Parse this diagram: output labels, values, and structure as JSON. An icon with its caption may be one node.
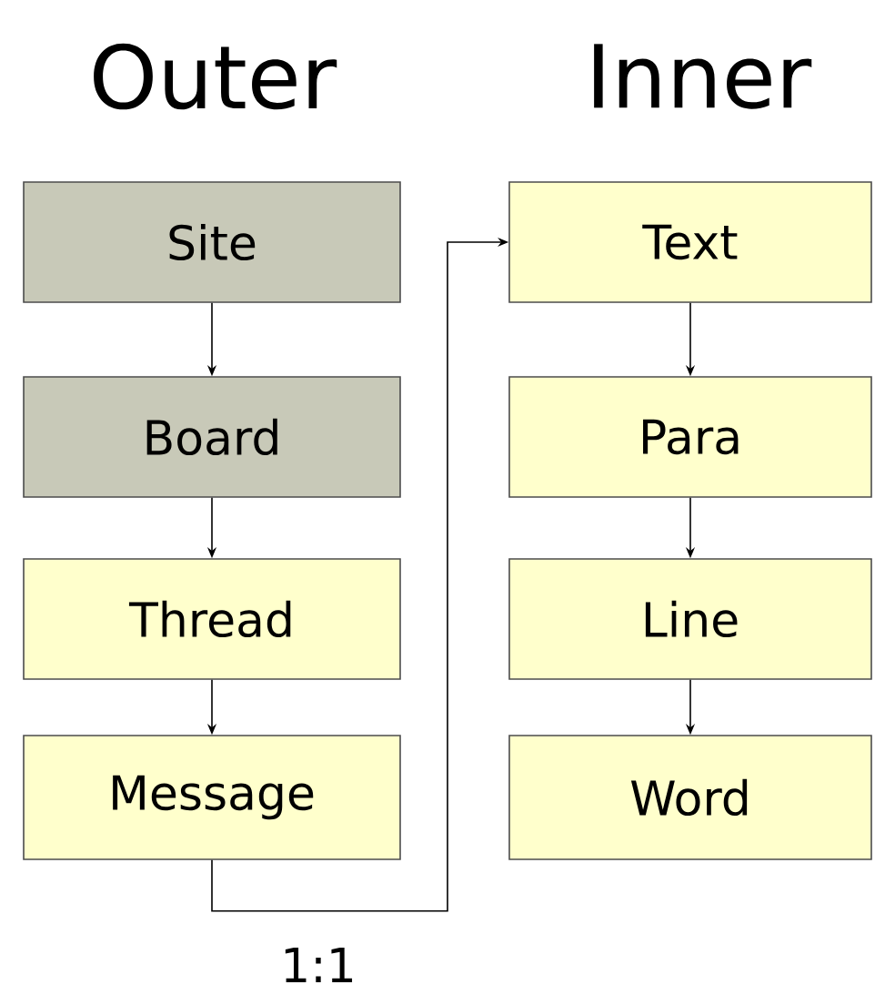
{
  "diagram": {
    "nodes": [
      {
        "text": [
          "Site"
        ]
      },
      {
        "text": [
          "Board"
        ]
      },
      {
        "text": [
          "Thread"
        ]
      },
      {
        "text": [
          "Message"
        ]
      },
      {
        "text": [
          "Text"
        ]
      },
      {
        "text": [
          "Para"
        ]
      },
      {
        "text": [
          "Line"
        ]
      },
      {
        "text": [
          "Word"
        ]
      }
    ],
    "edges": [
      {
        "from": 0,
        "to": 1,
        "arrow": "to"
      },
      {
        "from": 1,
        "to": 2,
        "arrow": "to"
      },
      {
        "from": 2,
        "to": 3,
        "arrow": "to"
      },
      {
        "from": 3,
        "to": 4,
        "arrow": "to",
        "label": "1:1"
      },
      {
        "from": 4,
        "to": 5,
        "arrow": "to"
      },
      {
        "from": 5,
        "to": 6,
        "arrow": "to"
      },
      {
        "from": 6,
        "to": 7,
        "arrow": "to"
      }
    ],
    "labels": [
      "Outer",
      "Inner"
    ]
  }
}
